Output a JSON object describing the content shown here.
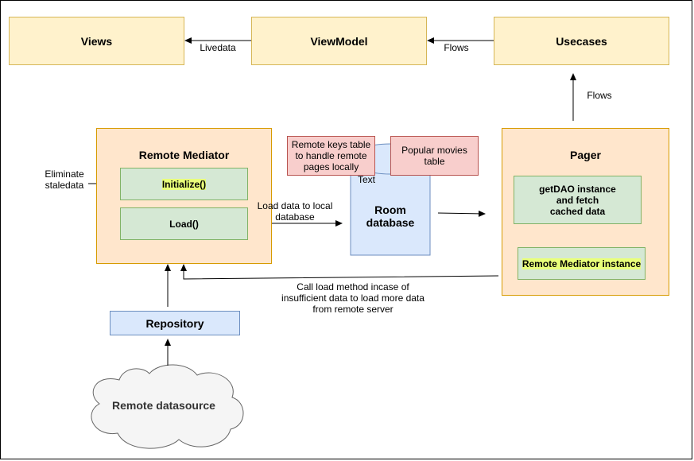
{
  "top_row": {
    "views": "Views",
    "viewmodel": "ViewModel",
    "usecases": "Usecases",
    "livedata_label": "Livedata",
    "flows_left_label": "Flows",
    "flows_up_label": "Flows"
  },
  "remote_mediator": {
    "title": "Remote Mediator",
    "initialize": "Initialize()",
    "load": "Load()",
    "eliminate_label_line1": "Eliminate",
    "eliminate_label_line2": "staledata"
  },
  "database": {
    "text_label": "Text",
    "name_line1": "Room",
    "name_line2": "database",
    "remote_keys_table": "Remote keys table to handle remote pages locally",
    "popular_movies_table": "Popular movies table",
    "load_label_line1": "Load data to  local",
    "load_label_line2": "database"
  },
  "pager": {
    "title": "Pager",
    "get_dao_line1": "getDAO instance",
    "get_dao_line2": "and fetch",
    "get_dao_line3": "cached data",
    "remote_mediator_instance": "Remote Mediator instance",
    "call_load_line1": "Call load method incase of",
    "call_load_line2": "insufficient data to load more data",
    "call_load_line3": "from remote server"
  },
  "repository": "Repository",
  "remote_datasource": "Remote datasource",
  "colors": {
    "yellow_fill": "#fff2cc",
    "orange_fill": "#ffe6cc",
    "green_fill": "#d5e8d4",
    "blue_fill": "#dae8fc",
    "red_fill": "#f8cecc",
    "cloud_fill": "#f5f5f5"
  }
}
